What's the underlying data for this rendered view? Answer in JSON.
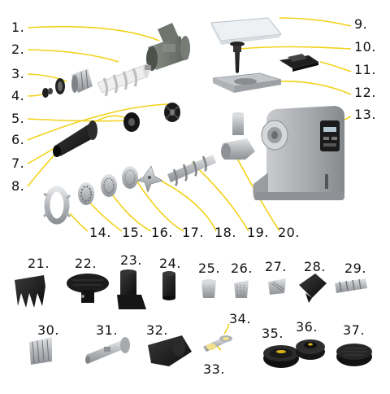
{
  "labels": {
    "n1": "1.",
    "n2": "2.",
    "n3": "3.",
    "n4": "4.",
    "n5": "5.",
    "n6": "6.",
    "n7": "7.",
    "n8": "8.",
    "n9": "9.",
    "n10": "10.",
    "n11": "11.",
    "n12": "12.",
    "n13": "13.",
    "n14": "14.",
    "n15": "15.",
    "n16": "16.",
    "n17": "17.",
    "n18": "18.",
    "n19": "19.",
    "n20": "20.",
    "n21": "21.",
    "n22": "22.",
    "n23": "23.",
    "n24": "24.",
    "n25": "25.",
    "n26": "26.",
    "n27": "27.",
    "n28": "28.",
    "n29": "29.",
    "n30": "30.",
    "n31": "31.",
    "n32": "32.",
    "n33": "33.",
    "n34": "34.",
    "n35": "35.",
    "n36": "36.",
    "n37": "37."
  },
  "colors": {
    "leader": "#f2d21b",
    "text": "#111111",
    "metal": "#b9bcc0",
    "dark": "#1a1a1a",
    "appliance": "#a7aaad"
  }
}
